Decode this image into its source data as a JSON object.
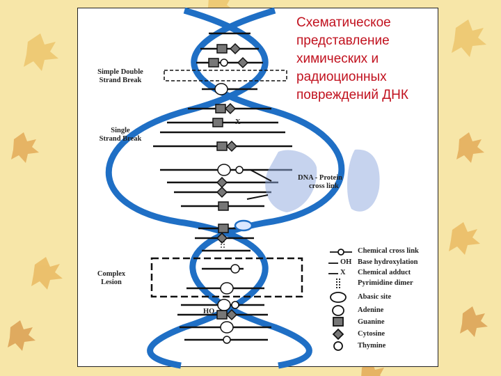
{
  "title": "Схематическое представление химических и радиоционных повреждений ДНК",
  "labels": {
    "simple_double_strand_break": [
      "Simple Double",
      "Strand Break"
    ],
    "single_strand_break": [
      "Single",
      "Strand Break"
    ],
    "dna_protein_cross_link": [
      "DNA - Protein",
      "cross link"
    ],
    "complex_lesion": [
      "Complex",
      "Lesion"
    ]
  },
  "marks": {
    "x_mark": "X",
    "ho_mark": "HO"
  },
  "legend": [
    {
      "icon": "chemical-cross-link-icon",
      "symbol": "",
      "label": "Chemical cross link"
    },
    {
      "icon": "base-hydroxylation-icon",
      "symbol": "OH",
      "label": "Base hydroxylation"
    },
    {
      "icon": "chemical-adduct-icon",
      "symbol": "X",
      "label": "Chemical adduct"
    },
    {
      "icon": "pyrimidine-dimer-icon",
      "symbol": "",
      "label": "Pyrimidine dimer"
    },
    {
      "icon": "abasic-site-icon",
      "symbol": "",
      "label": "Abasic site"
    },
    {
      "icon": "adenine-icon",
      "symbol": "",
      "label": "Adenine"
    },
    {
      "icon": "guanine-icon",
      "symbol": "",
      "label": "Guanine"
    },
    {
      "icon": "cytosine-icon",
      "symbol": "",
      "label": "Cytosine"
    },
    {
      "icon": "thymine-icon",
      "symbol": "",
      "label": "Thymine"
    }
  ],
  "colors": {
    "background": "#f7e6a8",
    "title": "#c1121f",
    "strand": "#1f6fc5",
    "protein": "#8fa8dd"
  }
}
